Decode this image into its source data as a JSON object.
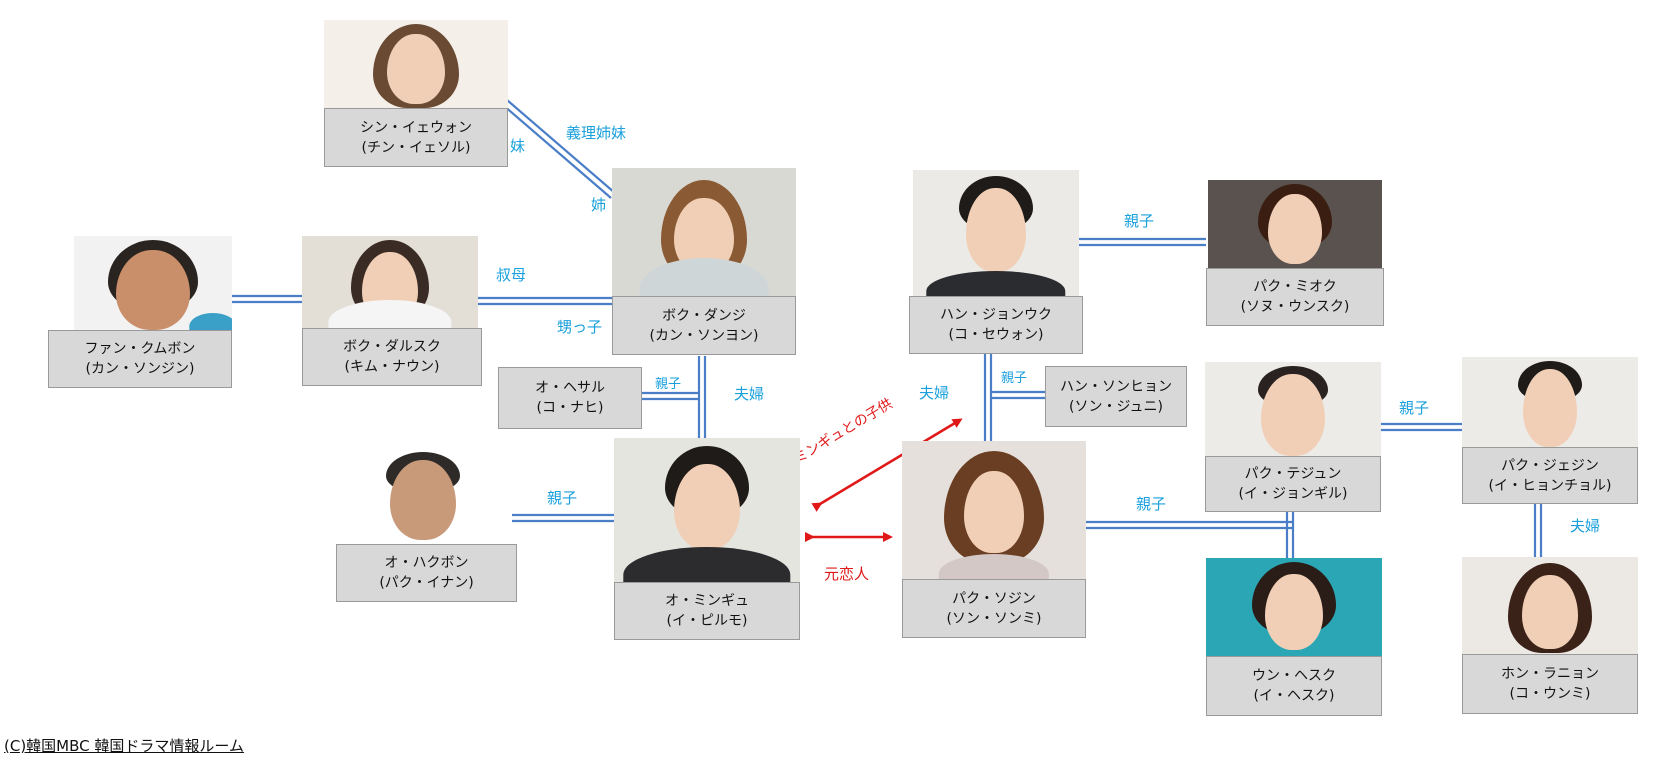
{
  "characters": {
    "shin_ieon": {
      "name": "シン・イェウォン",
      "actor": "(チン・イェソル)"
    },
    "bok_danji": {
      "name": "ボク・ダンジ",
      "actor": "(カン・ソンヨン)"
    },
    "hwan_kumbon": {
      "name": "ファン・クムボン",
      "actor": "(カン・ソンジン)"
    },
    "bok_dalsuk": {
      "name": "ボク・ダルスク",
      "actor": "(キム・ナウン)"
    },
    "oh_hesal": {
      "name": "オ・ヘサル",
      "actor": "(コ・ナヒ)"
    },
    "oh_hakbon": {
      "name": "オ・ハクボン",
      "actor": "(パク・イナン)"
    },
    "oh_mingyu": {
      "name": "オ・ミンギュ",
      "actor": "(イ・ピルモ)"
    },
    "han_jongwook": {
      "name": "ハン・ジョンウク",
      "actor": "(コ・セウォン)"
    },
    "han_sonhyon": {
      "name": "ハン・ソンヒョン",
      "actor": "(ソン・ジュニ)"
    },
    "park_sojin": {
      "name": "パク・ソジン",
      "actor": "(ソン・ソンミ)"
    },
    "park_mioku": {
      "name": "パク・ミオク",
      "actor": "(ソヌ・ウンスク)"
    },
    "park_tejun": {
      "name": "パク・テジュン",
      "actor": "(イ・ジョンギル)"
    },
    "park_jejin": {
      "name": "パク・ジェジン",
      "actor": "(イ・ヒョンチョル)"
    },
    "un_hesuku": {
      "name": "ウン・ヘスク",
      "actor": "(イ・ヘスク)"
    },
    "hong_ranyon": {
      "name": "ホン・ラニョン",
      "actor": "(コ・ウンミ)"
    }
  },
  "relations": {
    "sister": "妹",
    "in_law_sisters": "義理姉妹",
    "elder_sister": "姉",
    "aunt": "叔母",
    "niece": "甥っ子",
    "parent_child_1": "親子",
    "couple_1": "夫婦",
    "parent_child_2": "親子",
    "couple_2": "夫婦",
    "parent_child_3": "親子",
    "parent_child_4": "親子",
    "parent_child_5": "親子",
    "parent_child_6": "親子",
    "couple_3": "夫婦",
    "mingyu_child": "ミンギュとの子供",
    "ex_lover": "元恋人"
  },
  "footer": {
    "copyright": "(C)韓国MBC 韓国ドラマ情報ルーム"
  },
  "colors": {
    "line": "#4a7ec7",
    "relation_text": "#1aa0dc",
    "red": "#e01818",
    "namebox": "#d8d8d8"
  }
}
